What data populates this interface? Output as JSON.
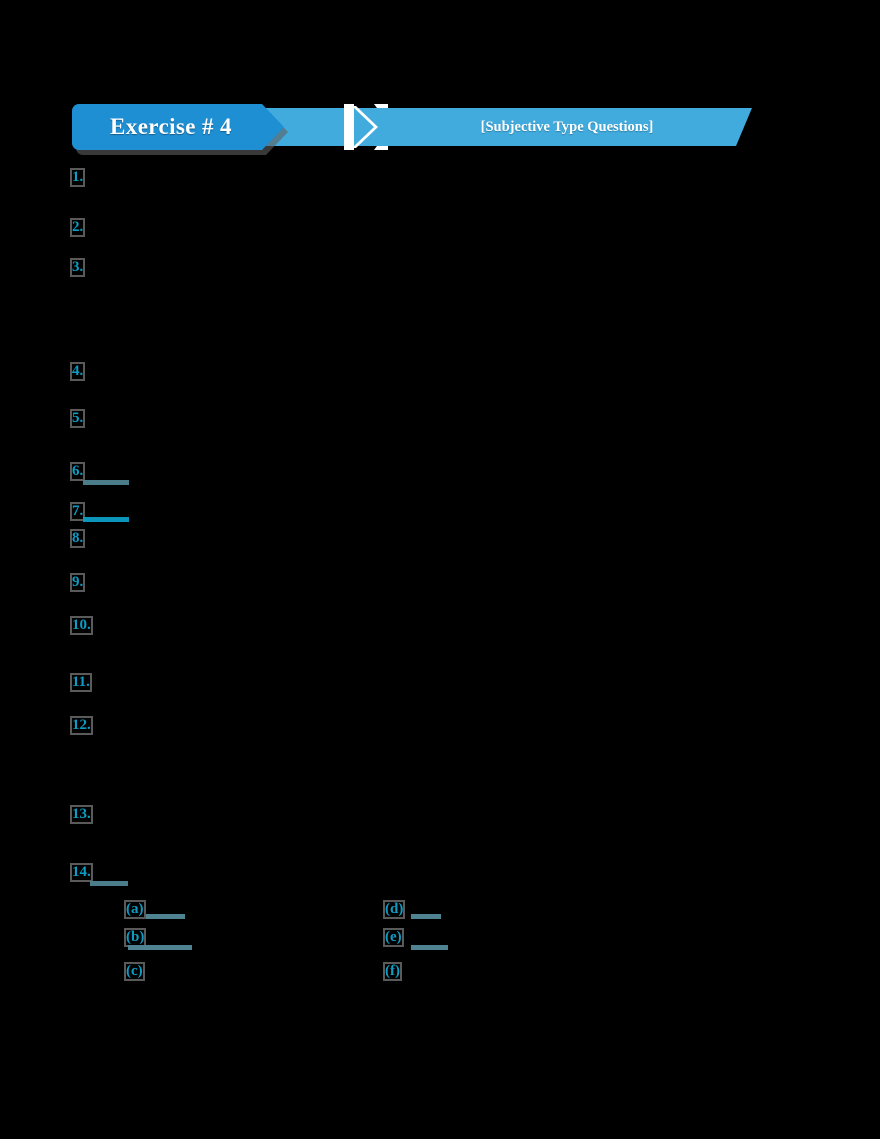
{
  "page": {
    "background_color": "#000000",
    "accent_color": "#0d9dc4",
    "banner_tab_color": "#1f8fd4",
    "banner_band_color": "#41abdd"
  },
  "banner": {
    "tab_label": "Exercise # 4",
    "subtitle": "[Subjective Type Questions]",
    "chevron_icon": "chevron-right-icon"
  },
  "questions": [
    {
      "number": "1.",
      "text": ""
    },
    {
      "number": "2.",
      "text": ""
    },
    {
      "number": "3.",
      "text": ""
    },
    {
      "number": "4.",
      "text": ""
    },
    {
      "number": "5.",
      "text": ""
    },
    {
      "number": "6.",
      "text": ""
    },
    {
      "number": "7.",
      "text": ""
    },
    {
      "number": "8.",
      "text": ""
    },
    {
      "number": "9.",
      "text": ""
    },
    {
      "number": "10.",
      "text": ""
    },
    {
      "number": "11.",
      "text": ""
    },
    {
      "number": "12.",
      "text": ""
    },
    {
      "number": "13.",
      "text": ""
    },
    {
      "number": "14.",
      "text": ""
    }
  ],
  "sub_items": {
    "left_column": [
      {
        "label": "(a)",
        "text": ""
      },
      {
        "label": "(b)",
        "text": ""
      },
      {
        "label": "(c)",
        "text": ""
      }
    ],
    "right_column": [
      {
        "label": "(d)",
        "text": ""
      },
      {
        "label": "(e)",
        "text": ""
      },
      {
        "label": "(f)",
        "text": ""
      }
    ]
  }
}
